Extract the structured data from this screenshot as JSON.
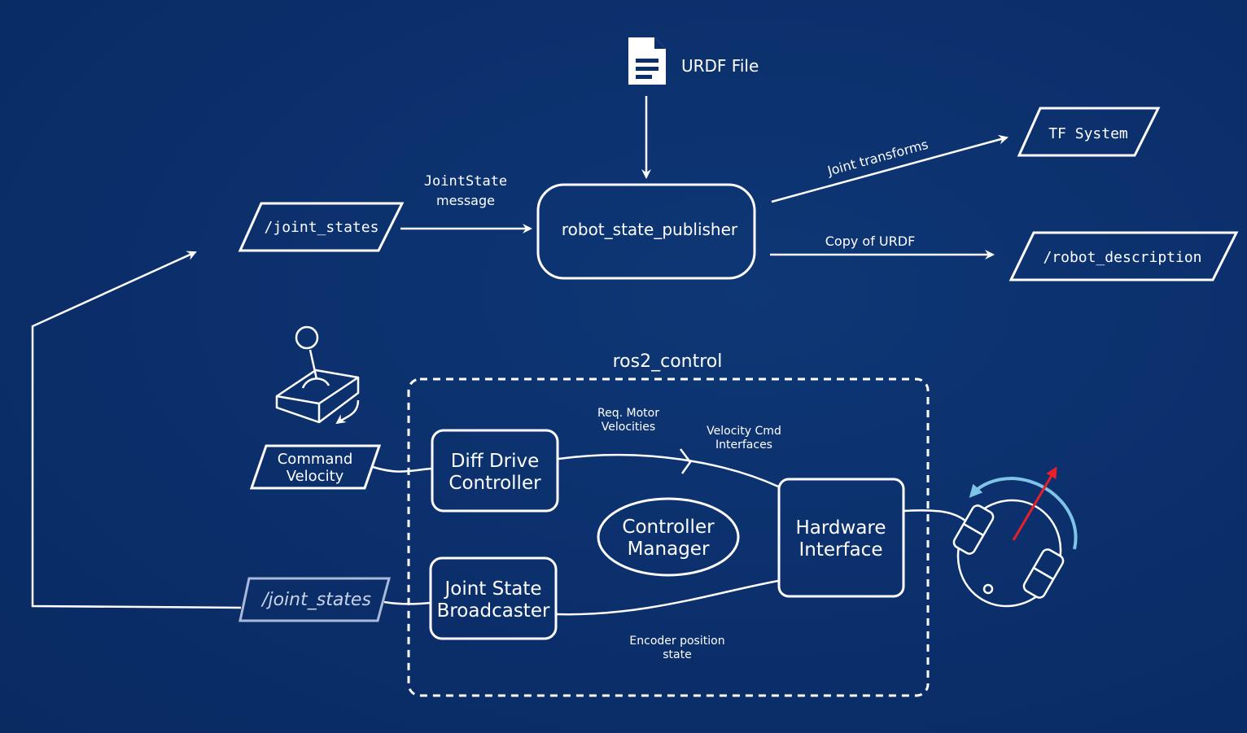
{
  "urdf_file": {
    "label": "URDF File",
    "icon": "document-icon"
  },
  "topics": {
    "joint_states_top": "/joint_states",
    "tf_system": "TF System",
    "robot_description": "/robot_description",
    "joint_states_bottom": "/joint_states",
    "command_velocity_line1": "Command",
    "command_velocity_line2": "Velocity"
  },
  "nodes": {
    "robot_state_publisher": "robot_state_publisher",
    "diff_drive_line1": "Diff Drive",
    "diff_drive_line2": "Controller",
    "controller_manager_line1": "Controller",
    "controller_manager_line2": "Manager",
    "hardware_interface_line1": "Hardware",
    "hardware_interface_line2": "Interface",
    "joint_state_broadcaster_line1": "Joint State",
    "joint_state_broadcaster_line2": "Broadcaster"
  },
  "group": {
    "ros2_control": "ros2_control"
  },
  "edge_labels": {
    "jointstate_line1": "JointState",
    "jointstate_line2": "message",
    "joint_transforms": "Joint transforms",
    "copy_of_urdf": "Copy of URDF",
    "req_motor_line1": "Req. Motor",
    "req_motor_line2": "Velocities",
    "velocity_cmd_line1": "Velocity Cmd",
    "velocity_cmd_line2": "Interfaces",
    "encoder_line1": "Encoder position",
    "encoder_line2": "state"
  },
  "icons": [
    "document-icon",
    "joystick-icon",
    "robot-icon"
  ],
  "colors": {
    "background": "#0b2f6b",
    "foreground": "#ffffff",
    "faded_topic": "#a9b9d9",
    "rotation_arrow": "#7fc3e6",
    "heading_arrow": "#e8202a"
  }
}
